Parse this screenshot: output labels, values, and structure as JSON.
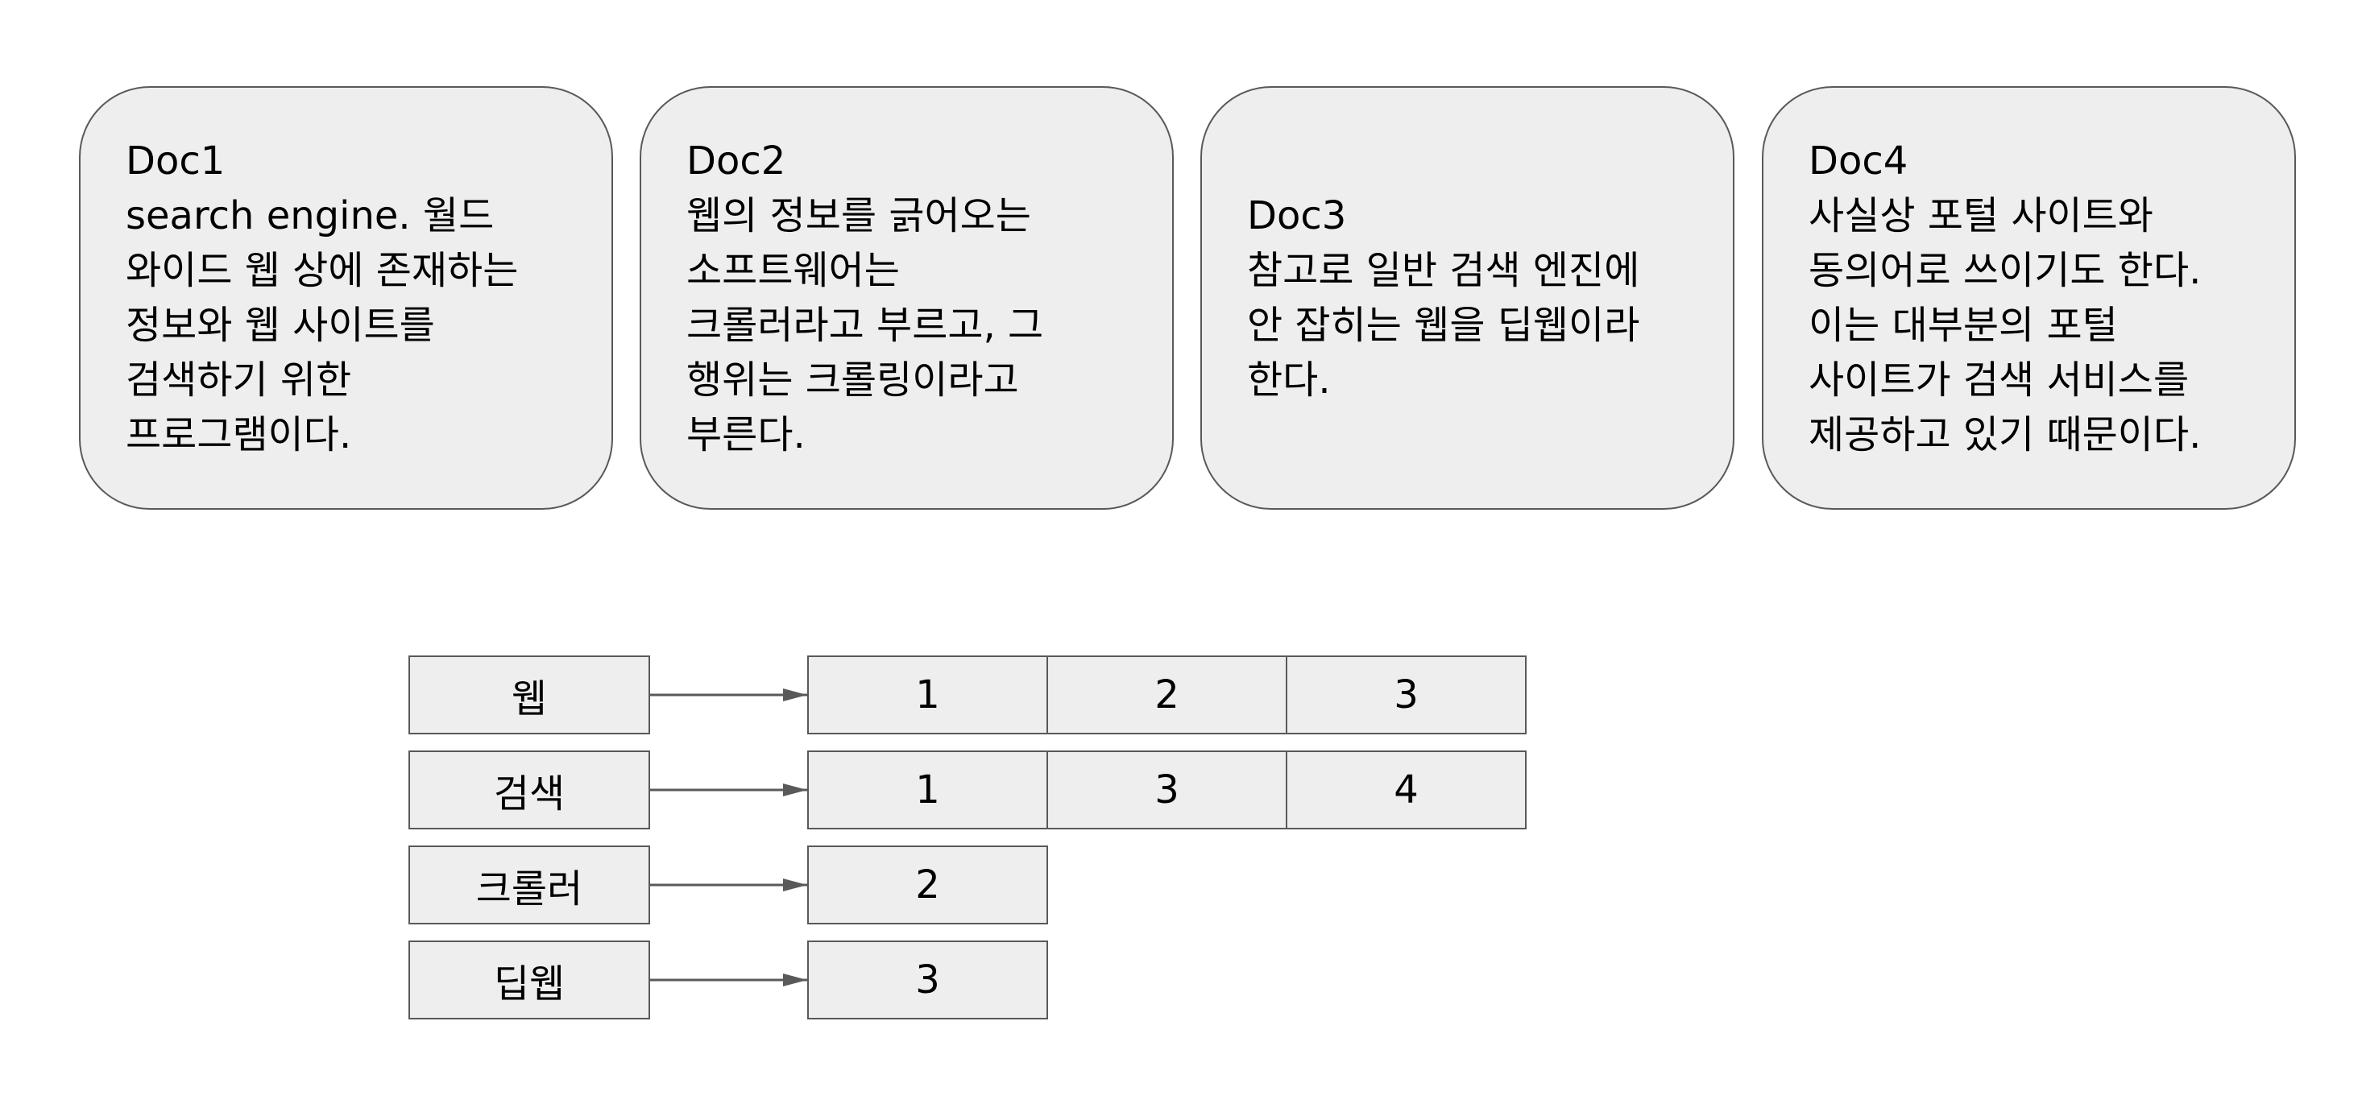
{
  "documents": [
    {
      "text": "Doc1\nsearch engine. 월드\n와이드 웹 상에 존재하는\n정보와 웹 사이트를\n검색하기 위한\n프로그램이다."
    },
    {
      "text": "Doc2\n웹의 정보를 긁어오는\n소프트웨어는\n크롤러라고 부르고, 그\n행위는 크롤링이라고\n부른다."
    },
    {
      "text": "Doc3\n참고로 일반 검색 엔진에\n안 잡히는 웹을 딥웹이라\n한다."
    },
    {
      "text": "Doc4\n사실상 포털 사이트와\n동의어로 쓰이기도 한다.\n이는 대부분의 포털\n사이트가 검색 서비스를\n제공하고 있기 때문이다."
    }
  ],
  "index": [
    {
      "term": "웹",
      "postings": [
        "1",
        "2",
        "3"
      ]
    },
    {
      "term": "검색",
      "postings": [
        "1",
        "3",
        "4"
      ]
    },
    {
      "term": "크롤러",
      "postings": [
        "2"
      ]
    },
    {
      "term": "딥웹",
      "postings": [
        "3"
      ]
    }
  ]
}
